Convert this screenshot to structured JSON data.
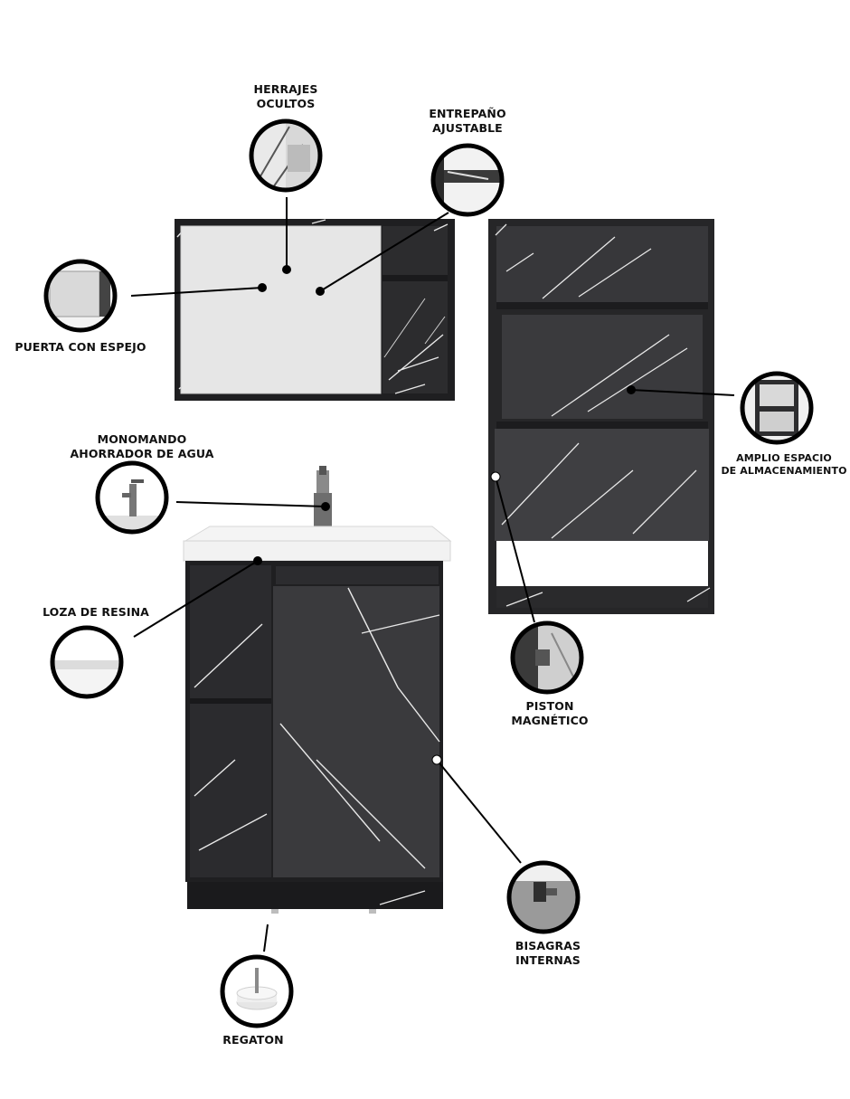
{
  "colors": {
    "cabinet": "#2b2b2d",
    "cabinet_dark": "#1a1a1c",
    "marble_vein": "#e8e8e8",
    "mirror": "#e9e9e9",
    "sink": "#f2f2f2",
    "line": "#000000"
  },
  "callouts": {
    "herrajes": {
      "line1": "HERRAJES",
      "line2": "OCULTOS",
      "icon": "hidden-hardware-icon"
    },
    "entrepano": {
      "line1": "ENTREPAÑO",
      "line2": "AJUSTABLE",
      "icon": "adjustable-shelf-icon"
    },
    "puerta": {
      "line1": "PUERTA CON ESPEJO",
      "icon": "mirror-door-icon"
    },
    "monomando": {
      "line1": "MONOMANDO",
      "line2": "AHORRADOR DE AGUA",
      "icon": "faucet-icon"
    },
    "amplio": {
      "line1": "AMPLIO ESPACIO",
      "line2": "DE ALMACENAMIENTO",
      "icon": "storage-space-icon"
    },
    "loza": {
      "line1": "LOZA DE RESINA",
      "icon": "resin-basin-icon"
    },
    "piston": {
      "line1": "PISTON",
      "line2": "MAGNÉTICO",
      "icon": "magnetic-piston-icon"
    },
    "bisagras": {
      "line1": "BISAGRAS",
      "line2": "INTERNAS",
      "icon": "hinge-icon"
    },
    "regaton": {
      "line1": "REGATON",
      "icon": "furniture-leg-icon"
    }
  }
}
